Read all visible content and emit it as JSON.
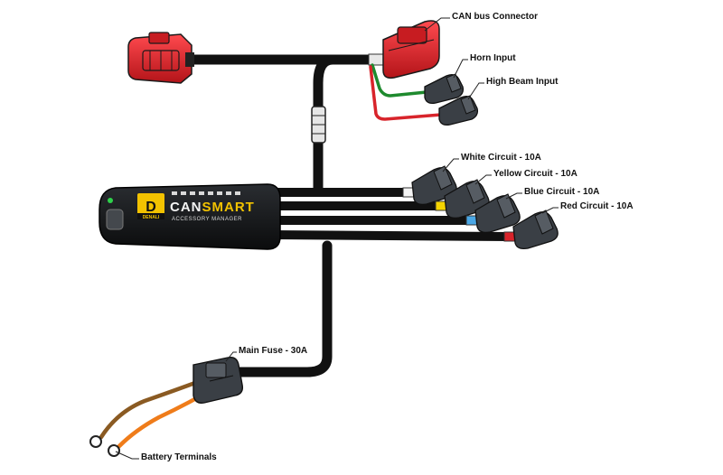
{
  "diagram": {
    "labels": {
      "can_bus": "CAN bus Connector",
      "horn": "Horn Input",
      "high_beam": "High Beam Input",
      "white": "White Circuit - 10A",
      "yellow": "Yellow Circuit - 10A",
      "blue": "Blue Circuit - 10A",
      "red": "Red Circuit - 10A",
      "fuse": "Main Fuse - 30A",
      "battery": "Battery Terminals"
    },
    "module": {
      "brand_prefix": "CAN",
      "brand_suffix": "SMART",
      "subtitle": "ACCESSORY MANAGER",
      "logo_text": "DENALI"
    },
    "colors": {
      "cable": "#111111",
      "connector_red": "#e0242b",
      "connector_grey": "#3a3f45",
      "logo_yellow": "#f2c200",
      "wire_green": "#1e8a2e",
      "wire_red": "#d8242b",
      "wire_orange": "#ef7c1a",
      "wire_brown": "#8a5a22",
      "wire_white": "#f4f4f4",
      "wire_yellow": "#f5d400",
      "wire_blue": "#4aa7e6"
    }
  }
}
